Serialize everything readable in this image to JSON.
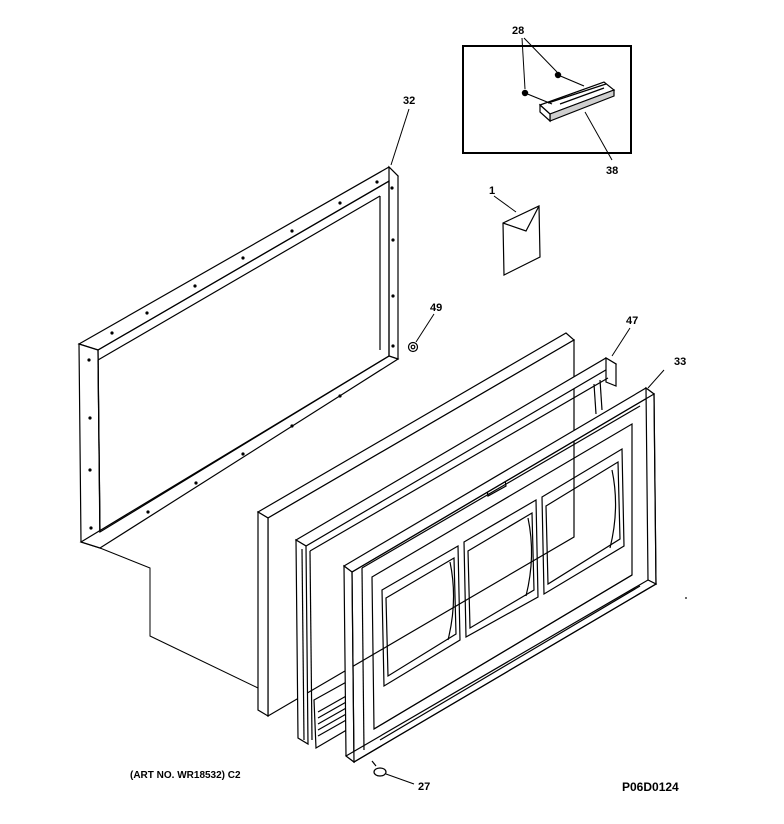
{
  "callouts": {
    "c28": "28",
    "c38": "38",
    "c32": "32",
    "c1": "1",
    "c49": "49",
    "c47": "47",
    "c33": "33",
    "c27": "27"
  },
  "footer": {
    "art_no": "(ART NO. WR18532) C2",
    "drawing_no": "P06D0124"
  }
}
